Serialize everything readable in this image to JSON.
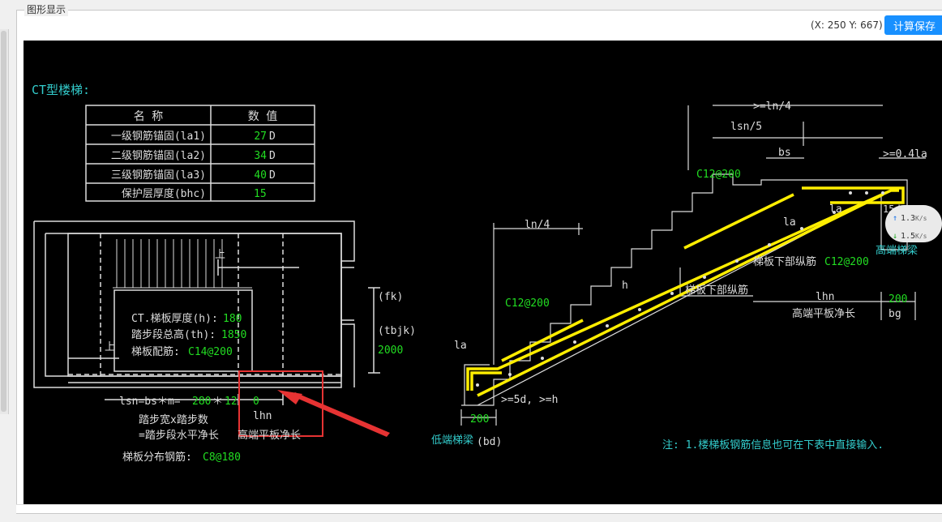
{
  "panel": {
    "title": "图形显示"
  },
  "toolbar": {
    "coords": "(X: 250 Y: 667)",
    "save_label": "计算保存"
  },
  "drawing": {
    "title": "CT型楼梯:",
    "table": {
      "headers": [
        "名  称",
        "数  值"
      ],
      "rows": [
        {
          "name": "一级钢筋锚固(la1)",
          "value": "27",
          "unit": "D"
        },
        {
          "name": "二级钢筋锚固(la2)",
          "value": "34",
          "unit": "D"
        },
        {
          "name": "三级钢筋锚固(la3)",
          "value": "40",
          "unit": "D"
        },
        {
          "name": "保护层厚度(bhc)",
          "value": "15",
          "unit": ""
        }
      ]
    },
    "plan": {
      "up1": "上",
      "up2": "上",
      "thickness_label": "CT.梯板厚度(h):",
      "thickness_value": "180",
      "height_label": "踏步段总高(th):",
      "height_value": "1850",
      "rebar_label": "梯板配筋:",
      "rebar_value": "C14@200",
      "fk": "(fk)",
      "tbjk": "(tbjk)",
      "width_value": "2000",
      "lsn_label": "lsn=bs＊m=",
      "lsn_bs": "280",
      "lsn_star": "＊",
      "lsn_m": "12",
      "lhn_value": "0",
      "lhn_label": "lhn",
      "note1": "踏步宽x踏步数",
      "note2": "=踏步段水平净长",
      "note3": "高端平板净长",
      "dist_label": "梯板分布钢筋:",
      "dist_value": "C8@180"
    },
    "section": {
      "ln4_top": ">=ln/4",
      "lsn5": "lsn/5",
      "bs": "bs",
      "la04": ">=0.4la",
      "c12_top": "C12@200",
      "la_a": "la",
      "la_b": "la",
      "d15": "15d",
      "high_beam": "高端梯梁",
      "bottom_bar1": "梯板下部纵筋",
      "bottom_bar1_val": "C12@200",
      "bottom_bar2": "梯板下部纵筋",
      "ln4_low": "ln/4",
      "c12_low": "C12@200",
      "h": "h",
      "la_low": "la",
      "d5": ">=5d, >=h",
      "w200_low": "200",
      "low_beam": "低端梯梁",
      "bd": "(bd)",
      "lhn": "lhn",
      "w200_high": "200",
      "high_slab": "高端平板净长",
      "bg": "bg",
      "note": "注: 1.楼梯板钢筋信息也可在下表中直接输入."
    },
    "speed": {
      "up": "1.3",
      "down": "1.5",
      "unit": "K/s"
    }
  }
}
